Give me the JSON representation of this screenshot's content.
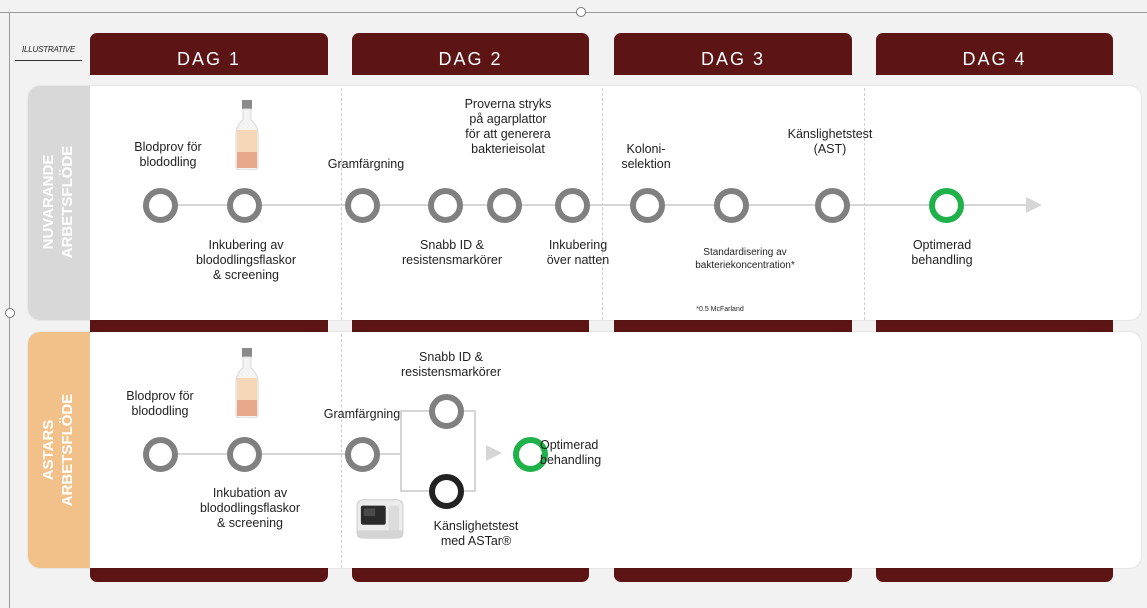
{
  "illustrative_label": "ILLUSTRATIVE",
  "days": [
    "DAG 1",
    "DAG 2",
    "DAG 3",
    "DAG 4"
  ],
  "current_workflow": {
    "title_line1": "NUVARANDE",
    "title_line2": "ARBETSFLÖDE",
    "steps": {
      "blood_sample": "Blodprov för\nblododling",
      "incubation": "Inkubering av\nblododlingsflaskor\n& screening",
      "gram_stain": "Gramfärgning",
      "rapid_id": "Snabb ID &\nresistensmarkörer",
      "plating": "Proverna stryks\npå agarplattor\nför att generera\nbakterieisolat",
      "overnight": "Inkubering\növer natten",
      "colony": "Koloni-\nselektion",
      "standardization": "Standardisering av\nbakteriekoncentration*",
      "footnote": "*0.5 McFarland",
      "ast": "Känslighetstest\n(AST)",
      "optimized": "Optimerad\nbehandling"
    }
  },
  "astar_workflow": {
    "title_line1": "ASTARS",
    "title_line2": "ARBETSFLÖDE",
    "steps": {
      "blood_sample": "Blodprov för\nblododling",
      "incubation": "Inkubation av\nblododlingsflaskor\n& screening",
      "gram_stain": "Gramfärgning",
      "rapid_id": "Snabb ID &\nresistensmarkörer",
      "ast": "Känslighetstest\nmed ASTar®",
      "optimized": "Optimerad\nbehandling"
    }
  },
  "colors": {
    "day_header": "#5c1414",
    "current_side": "#d8d8d8",
    "astar_side": "#f2c18a",
    "step_circle": "#808080",
    "optimized_circle": "#1fb14a",
    "astar_circle": "#222222"
  }
}
